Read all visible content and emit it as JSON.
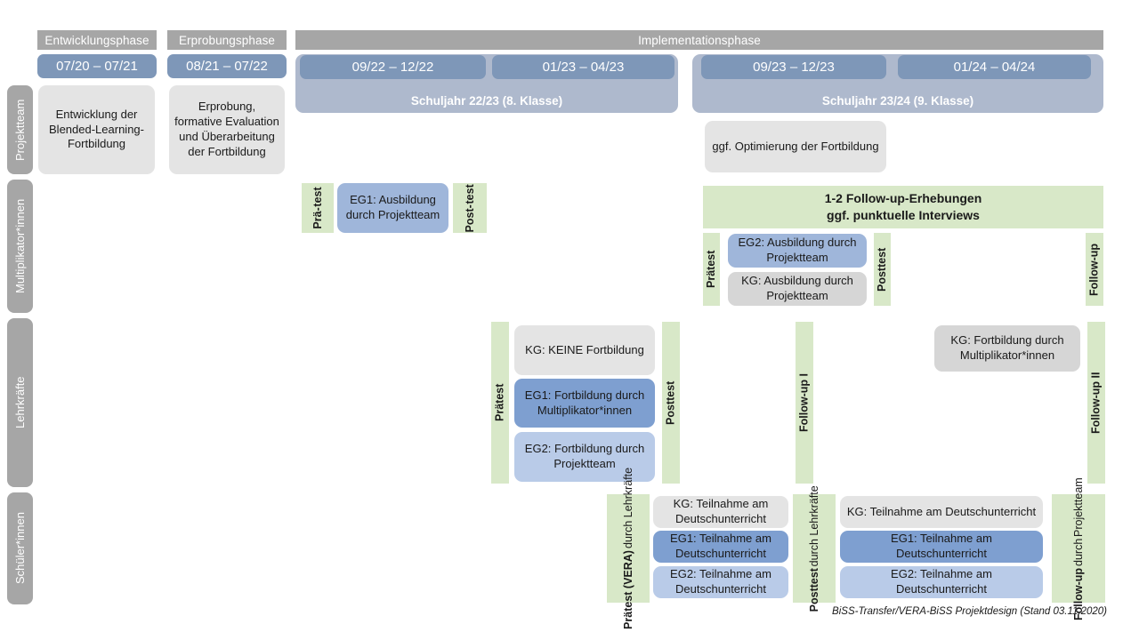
{
  "header": {
    "phases": [
      {
        "label": "Entwicklungsphase"
      },
      {
        "label": "Erprobungsphase"
      },
      {
        "label": "Implementationsphase"
      }
    ],
    "periods": [
      {
        "label": "07/20 – 07/21"
      },
      {
        "label": "08/21 – 07/22"
      },
      {
        "label": "09/22 – 12/22"
      },
      {
        "label": "01/23 – 04/23"
      },
      {
        "label": "09/23 – 12/23"
      },
      {
        "label": "01/24 – 04/24"
      }
    ],
    "school_years": [
      {
        "label": "Schuljahr 22/23 (8. Klasse)"
      },
      {
        "label": "Schuljahr 23/24 (9. Klasse)"
      }
    ]
  },
  "rows": {
    "projektteam": {
      "label": "Projektteam",
      "boxes": [
        {
          "text": "Entwicklung der Blended-Learning-Fortbildung"
        },
        {
          "text": "Erprobung, formative Evaluation und Überarbeitung der Fortbildung"
        },
        {
          "text": "ggf. Optimierung der Fortbildung"
        }
      ]
    },
    "multiplikator": {
      "label": "Multiplikator*innen",
      "pretest_1_line1": "Prä-",
      "pretest_1_line2": "test",
      "posttest_1_line1": "Post-",
      "posttest_1_line2": "test",
      "eg1_box": "EG1: Ausbildung durch Projektteam",
      "followup_banner_line1": "1-2 Follow-up-Erhebungen",
      "followup_banner_line2": "ggf. punktuelle Interviews",
      "pretest_2": "Prätest",
      "posttest_2": "Posttest",
      "followup": "Follow-up",
      "eg2_box": "EG2: Ausbildung durch Projektteam",
      "kg_box": "KG: Ausbildung durch Projektteam"
    },
    "lehrkraefte": {
      "label": "Lehrkräfte",
      "pretest": "Prätest",
      "posttest": "Posttest",
      "followup_1": "Follow-up I",
      "followup_2": "Follow-up II",
      "kg_box": "KG:  KEINE Fortbildung",
      "eg1_box": "EG1: Fortbildung durch Multiplikator*innen",
      "eg2_box": "EG2: Fortbildung durch Projektteam",
      "kg_box_2": "KG: Fortbildung durch Multiplikator*innen"
    },
    "schueler": {
      "label": "Schüler*innen",
      "pretest_main": "Prätest (VERA)",
      "pretest_sub": "durch Lehrkräfte",
      "posttest_main": "Posttest",
      "posttest_sub": "durch Lehrkräfte",
      "followup_main": "Follow-up",
      "followup_sub1": "durch",
      "followup_sub2": "Projektteam",
      "left_boxes": [
        {
          "text": "KG: Teilnahme am Deutschunterricht"
        },
        {
          "text": "EG1: Teilnahme am Deutschunterricht"
        },
        {
          "text": "EG2: Teilnahme am Deutschunterricht"
        }
      ],
      "right_boxes": [
        {
          "text": "KG: Teilnahme am Deutschunterricht"
        },
        {
          "text": "EG1: Teilnahme am Deutschunterricht"
        },
        {
          "text": "EG2: Teilnahme am Deutschunterricht"
        }
      ]
    }
  },
  "footer": {
    "text": "BiSS-Transfer/VERA-BiSS Projektdesign (Stand 03.11.2020)"
  },
  "colors": {
    "grey_header": "#a6a6a6",
    "period_blue": "#7e97b8",
    "schoolyear_blue": "#aeb9cd",
    "green_strip": "#d8e8c8",
    "box_grey": "#e4e4e4",
    "eg1_blue": "#7e9fd0",
    "eg2_blue": "#b9cbe8"
  }
}
